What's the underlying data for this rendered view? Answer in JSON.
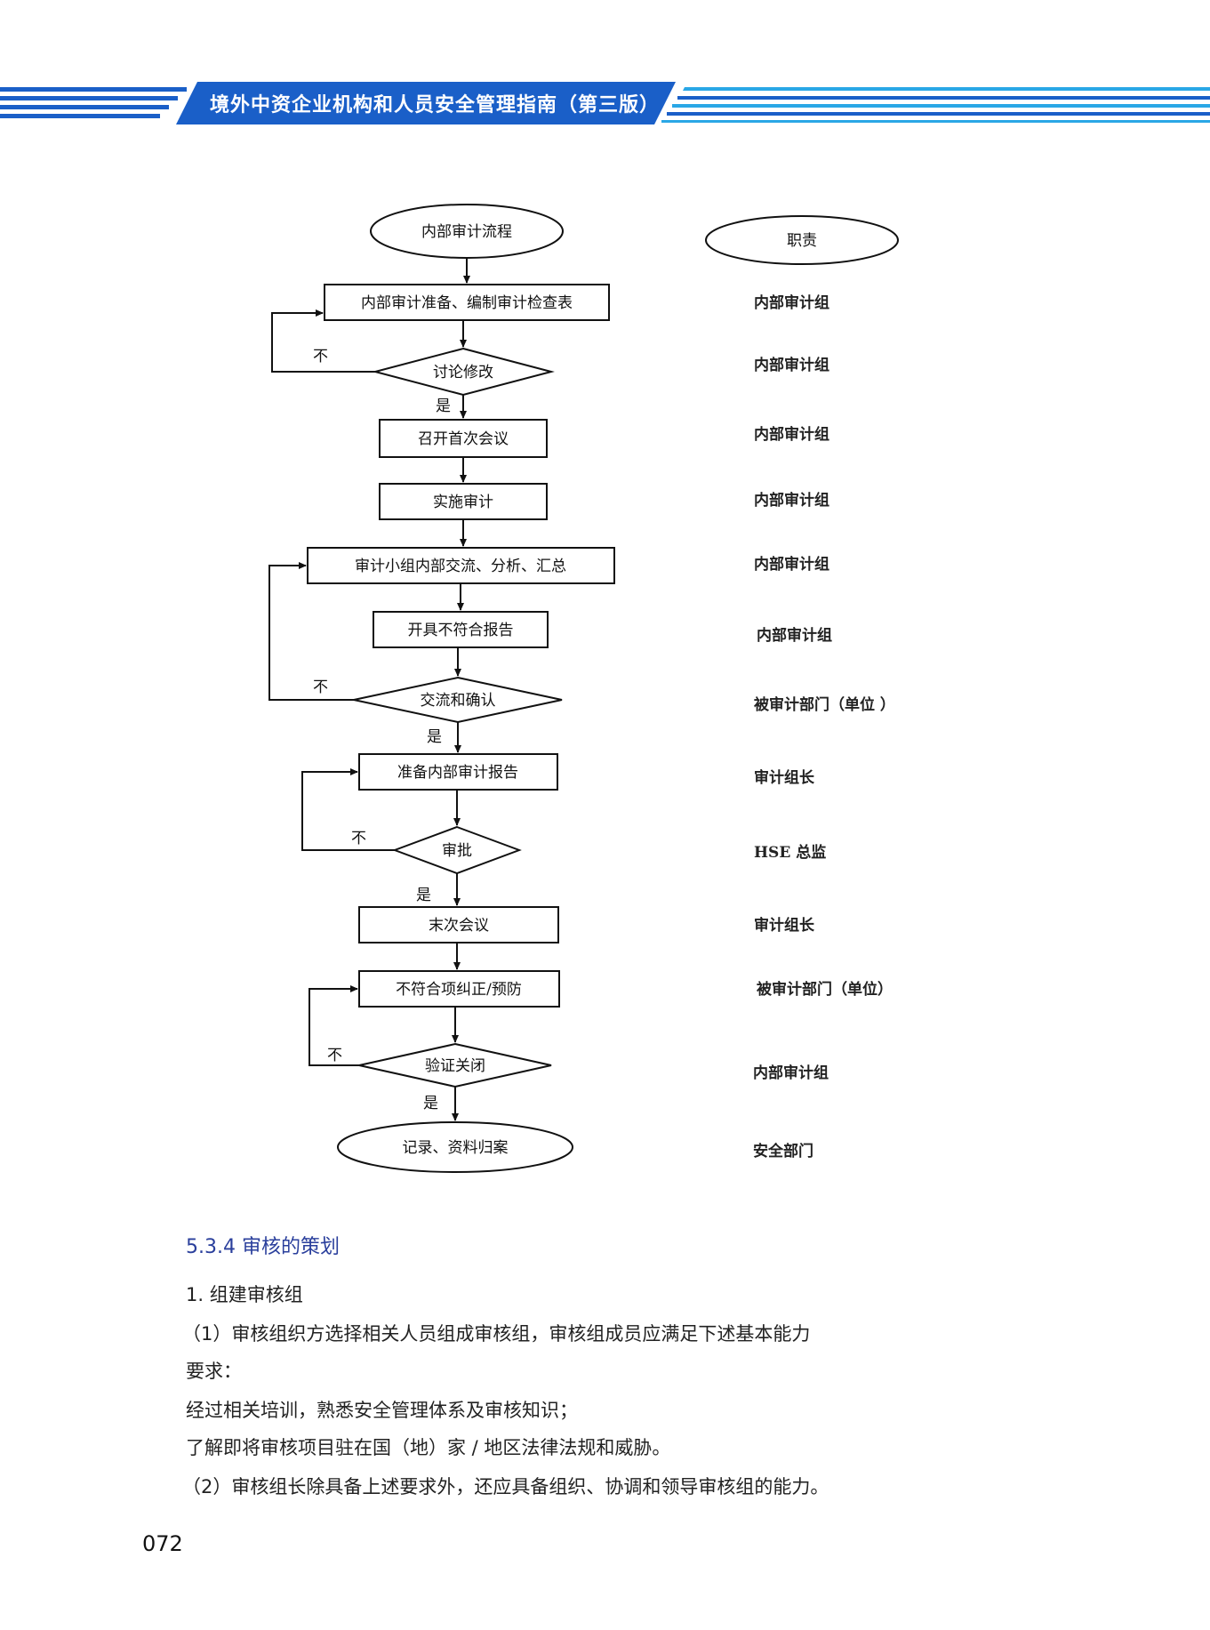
{
  "header": {
    "title": "境外中资企业机构和人员安全管理指南（第三版）",
    "colors": {
      "primary": "#1a5fc8",
      "accent": "#2aa7e6"
    }
  },
  "flowchart": {
    "start": "内部审计流程",
    "responsibility_header": "职责",
    "steps": [
      {
        "label": "内部审计准备、编制审计检查表",
        "responsibility": "内部审计组"
      },
      {
        "label": "讨论修改",
        "responsibility": "内部审计组"
      },
      {
        "label": "召开首次会议",
        "responsibility": "内部审计组"
      },
      {
        "label": "实施审计",
        "responsibility": "内部审计组"
      },
      {
        "label": "审计小组内部交流、分析、汇总",
        "responsibility": "内部审计组"
      },
      {
        "label": "开具不符合报告",
        "responsibility": "内部审计组"
      },
      {
        "label": "交流和确认",
        "responsibility": "被审计部门（单位 ）"
      },
      {
        "label": "准备内部审计报告",
        "responsibility": "审计组长"
      },
      {
        "label": "审批",
        "responsibility": "HSE 总监"
      },
      {
        "label": "末次会议",
        "responsibility": "审计组长"
      },
      {
        "label": "不符合项纠正/预防",
        "responsibility": "被审计部门（单位）"
      },
      {
        "label": "验证关闭",
        "responsibility": "内部审计组"
      }
    ],
    "end": "记录、资料归案",
    "end_responsibility": "安全部门",
    "yes_label": "是",
    "no_label": "不"
  },
  "section": {
    "heading": "5.3.4 审核的策划",
    "lines": [
      "1. 组建审核组",
      "（1）审核组织方选择相关人员组成审核组，审核组成员应满足下述基本能力",
      "要求：",
      "经过相关培训，熟悉安全管理体系及审核知识；",
      "了解即将审核项目驻在国（地）家 / 地区法律法规和威胁。",
      "（2）审核组长除具备上述要求外，还应具备组织、协调和领导审核组的能力。"
    ]
  },
  "page_number": "072"
}
